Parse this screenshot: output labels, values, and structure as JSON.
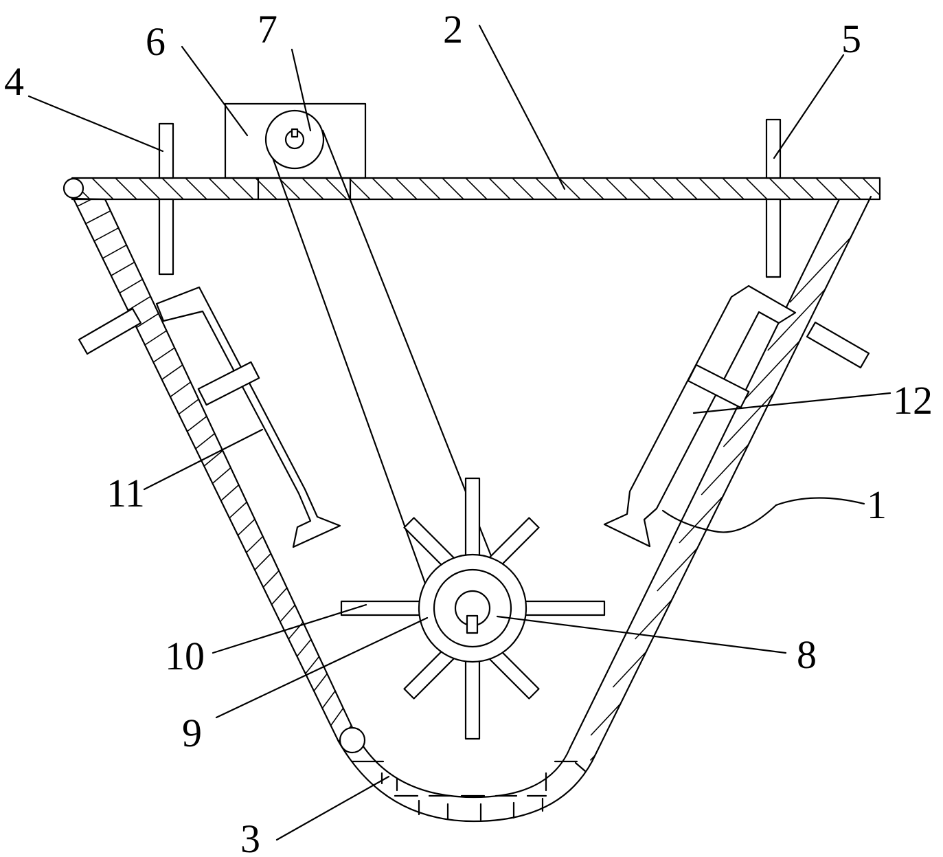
{
  "diagram": {
    "callouts": {
      "c1": "1",
      "c2": "2",
      "c3": "3",
      "c4": "4",
      "c5": "5",
      "c6": "6",
      "c7": "7",
      "c8": "8",
      "c9": "9",
      "c10": "10",
      "c11": "11",
      "c12": "12"
    },
    "stroke_color": "#000000",
    "background_color": "#ffffff"
  }
}
